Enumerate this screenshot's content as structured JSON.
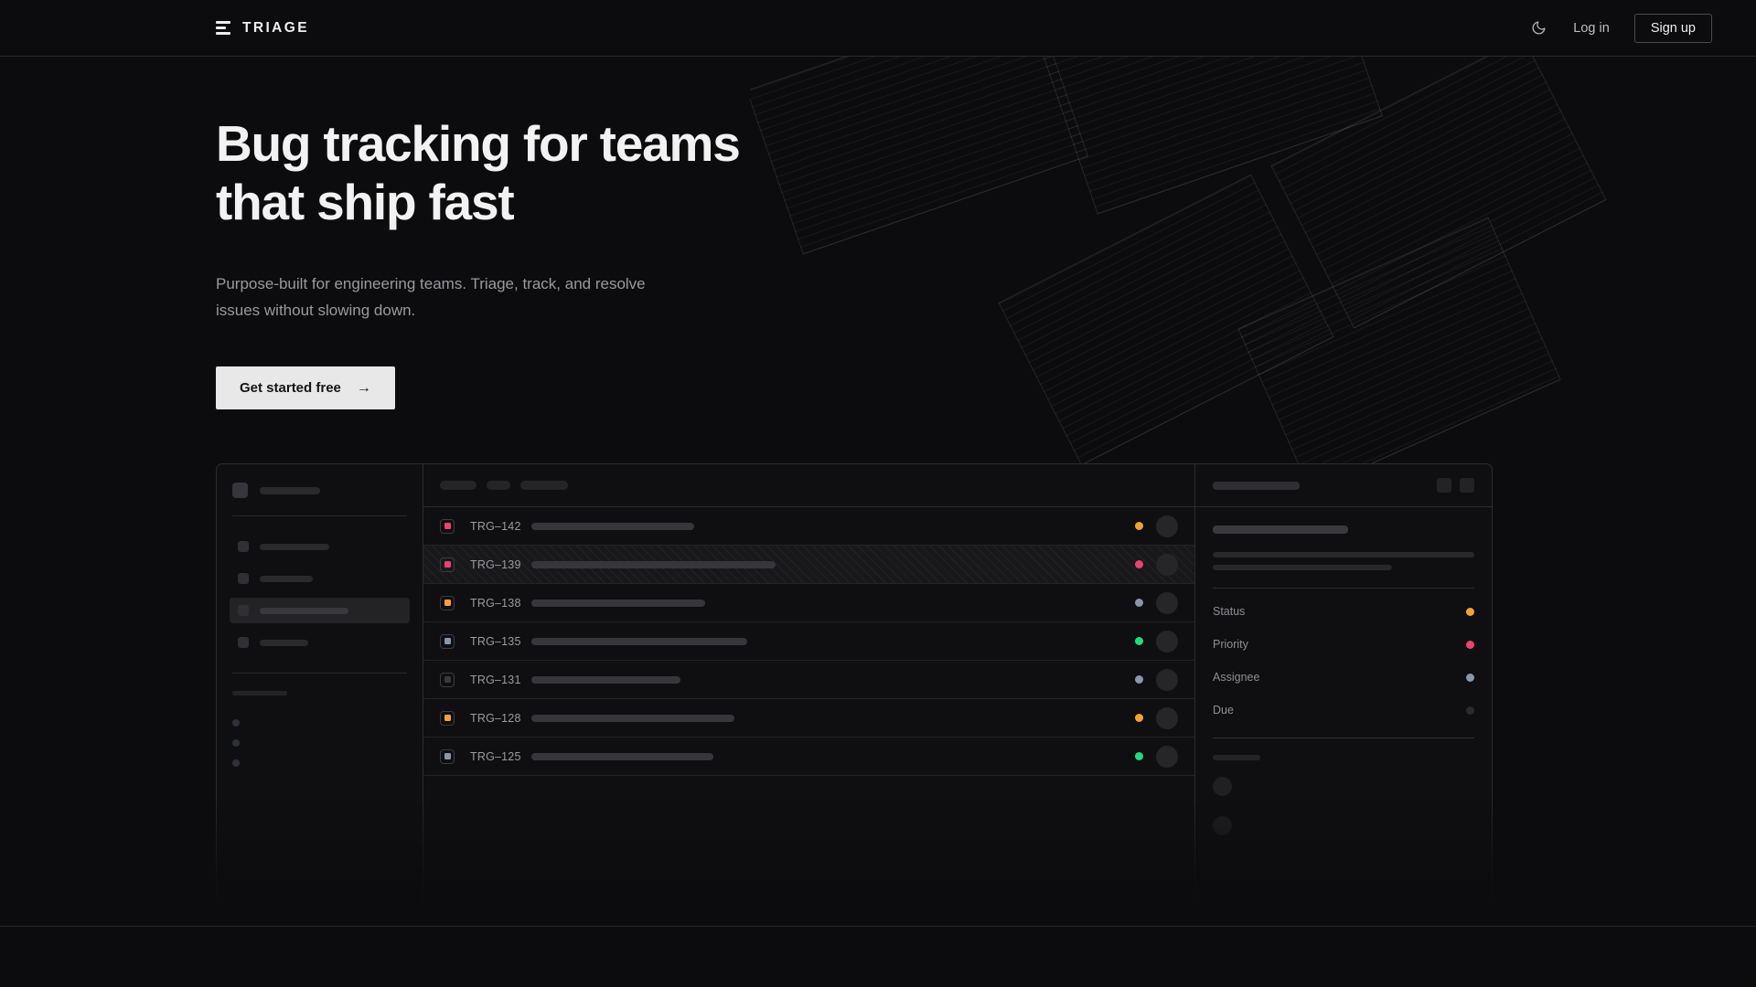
{
  "header": {
    "brand": "TRIAGE",
    "brand_icon": "stacked-bars-logo-icon",
    "theme_toggle_icon": "moon-icon",
    "login_label": "Log in",
    "signup_label": "Sign up"
  },
  "hero": {
    "heading_line1": "Bug tracking for teams",
    "heading_line2": "that ship fast",
    "subtitle": "Purpose-built for engineering teams. Triage, track, and resolve issues without slowing down.",
    "cta_label": "Get started free",
    "cta_arrow": "→"
  },
  "mockup": {
    "sidebar": {
      "workspace_width": 66,
      "nav_items": [
        {
          "width": 76,
          "active": false
        },
        {
          "width": 58,
          "active": false
        },
        {
          "width": 97,
          "active": true
        },
        {
          "width": 53,
          "active": false
        }
      ],
      "mini_items": 3
    },
    "list": {
      "toolbar_pills": [
        40,
        26,
        52
      ],
      "columns": [
        "priority",
        "key",
        "title",
        "status",
        "assignee"
      ],
      "rows": [
        {
          "key": "TRG–142",
          "priority_color": "#f43f6e",
          "status_color": "#f5a524",
          "title_width": 178,
          "highlighted": false
        },
        {
          "key": "TRG–139",
          "priority_color": "#f43f6e",
          "status_color": "#f43f6e",
          "title_width": 267,
          "highlighted": true
        },
        {
          "key": "TRG–138",
          "priority_color": "#f5a524",
          "status_color": "#8b96ab",
          "title_width": 190,
          "highlighted": false
        },
        {
          "key": "TRG–135",
          "priority_color": "#8b96ab",
          "status_color": "#1ae07c",
          "title_width": 236,
          "highlighted": false
        },
        {
          "key": "TRG–131",
          "priority_color": "#3a3a3e",
          "status_color": "#8b96ab",
          "title_width": 163,
          "highlighted": false
        },
        {
          "key": "TRG–128",
          "priority_color": "#f5a524",
          "status_color": "#f5a524",
          "title_width": 222,
          "highlighted": false
        },
        {
          "key": "TRG–125",
          "priority_color": "#8b96ab",
          "status_color": "#1ae07c",
          "title_width": 199,
          "highlighted": false
        }
      ]
    },
    "detail": {
      "header_actions": 2,
      "body_lines": [
        286,
        196
      ],
      "properties": [
        {
          "label": "Status",
          "color": "#f5a524"
        },
        {
          "label": "Priority",
          "color": "#f43f6e"
        },
        {
          "label": "Assignee",
          "color": "#8b96ab"
        },
        {
          "label": "Due",
          "color": "#2b2b2f"
        }
      ],
      "comments": 2
    }
  },
  "colors": {
    "page_bg": "#0c0c0e",
    "panel_bg": "#0f0f11",
    "border": "#2c2c30",
    "accent_pink": "#f43f6e",
    "accent_orange": "#f5a524",
    "accent_green": "#1ae07c",
    "accent_slate": "#8b96ab",
    "cta_bg": "#e8e8e8"
  }
}
